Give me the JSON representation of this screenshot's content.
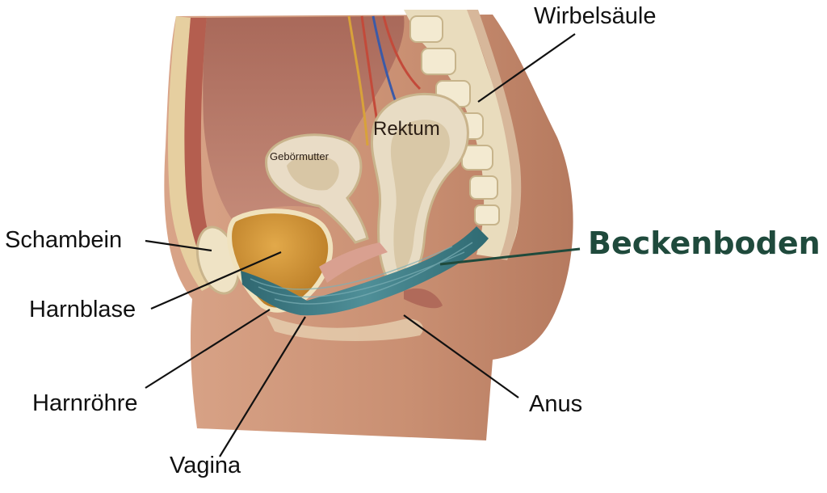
{
  "labels": {
    "wirbelsaeule": "Wirbelsäule",
    "rektum": "Rektum",
    "gebaermutter": "Gebörmutter",
    "schambein": "Schambein",
    "beckenboden": "Beckenboden",
    "harnblase": "Harnblase",
    "harnroehre": "Harnröhre",
    "anus": "Anus",
    "vagina": "Vagina"
  },
  "colors": {
    "highlight": "#1f4a3c",
    "skin": "#c58e70",
    "muscle": "#3f7c86",
    "bladder": "#c98c2e",
    "bone": "#e8dcbf"
  },
  "icons": [
    "pelvis-illustration"
  ]
}
